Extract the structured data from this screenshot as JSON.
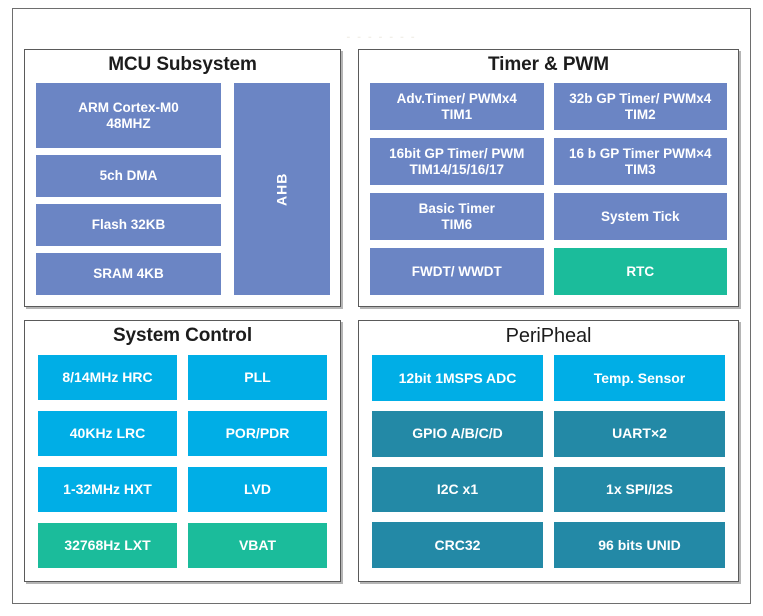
{
  "watermark": "- - -   - - - -",
  "colors": {
    "slate_blue": "#6b85c4",
    "cyan": "#00aee6",
    "teal_green": "#1bbc9b",
    "dark_teal": "#2389a6",
    "panel_border": "#5a5a5a",
    "frame_border": "#6e6e6e",
    "block_text": "#ffffff",
    "title_text": "#1c1c1c"
  },
  "panels": {
    "mcu": {
      "title": "MCU Subsystem",
      "blocks": [
        {
          "line1": "ARM Cortex-M0",
          "line2": "48MHZ",
          "color": "slate_blue"
        },
        {
          "line1": "5ch DMA",
          "line2": "",
          "color": "slate_blue"
        },
        {
          "line1": "Flash 32KB",
          "line2": "",
          "color": "slate_blue"
        },
        {
          "line1": "SRAM 4KB",
          "line2": "",
          "color": "slate_blue"
        }
      ],
      "bus": {
        "label": "AHB",
        "color": "slate_blue"
      }
    },
    "timer": {
      "title": "Timer & PWM",
      "blocks": [
        {
          "line1": "Adv.Timer/ PWMx4",
          "line2": "TIM1",
          "color": "slate_blue"
        },
        {
          "line1": "32b GP Timer/ PWMx4",
          "line2": "TIM2",
          "color": "slate_blue"
        },
        {
          "line1": "16bit GP Timer/ PWM",
          "line2": "TIM14/15/16/17",
          "color": "slate_blue"
        },
        {
          "line1": "16 b GP Timer PWM×4",
          "line2": "TIM3",
          "color": "slate_blue"
        },
        {
          "line1": "Basic Timer",
          "line2": "TIM6",
          "color": "slate_blue"
        },
        {
          "line1": "System Tick",
          "line2": "",
          "color": "slate_blue"
        },
        {
          "line1": "FWDT/ WWDT",
          "line2": "",
          "color": "slate_blue"
        },
        {
          "line1": "RTC",
          "line2": "",
          "color": "teal_green"
        }
      ]
    },
    "system_control": {
      "title": "System Control",
      "blocks": [
        {
          "line1": "8/14MHz HRC",
          "line2": "",
          "color": "cyan"
        },
        {
          "line1": "PLL",
          "line2": "",
          "color": "cyan"
        },
        {
          "line1": "40KHz LRC",
          "line2": "",
          "color": "cyan"
        },
        {
          "line1": "POR/PDR",
          "line2": "",
          "color": "cyan"
        },
        {
          "line1": "1-32MHz HXT",
          "line2": "",
          "color": "cyan"
        },
        {
          "line1": "LVD",
          "line2": "",
          "color": "cyan"
        },
        {
          "line1": "32768Hz LXT",
          "line2": "",
          "color": "teal_green"
        },
        {
          "line1": "VBAT",
          "line2": "",
          "color": "teal_green"
        }
      ]
    },
    "peripheral": {
      "title": "PeriPheal",
      "blocks": [
        {
          "line1": "12bit  1MSPS  ADC",
          "line2": "",
          "color": "cyan"
        },
        {
          "line1": "Temp. Sensor",
          "line2": "",
          "color": "cyan"
        },
        {
          "line1": "GPIO A/B/C/D",
          "line2": "",
          "color": "dark_teal"
        },
        {
          "line1": "UART×2",
          "line2": "",
          "color": "dark_teal"
        },
        {
          "line1": "I2C x1",
          "line2": "",
          "color": "dark_teal"
        },
        {
          "line1": "1x SPI/I2S",
          "line2": "",
          "color": "dark_teal"
        },
        {
          "line1": "CRC32",
          "line2": "",
          "color": "dark_teal"
        },
        {
          "line1": "96 bits UNID",
          "line2": "",
          "color": "dark_teal"
        }
      ]
    }
  }
}
